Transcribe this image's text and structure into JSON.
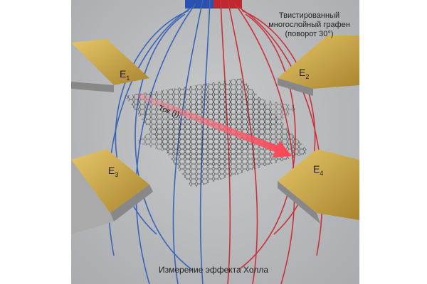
{
  "title_label": "Твистированный многослойный графен (поворот 30°)",
  "current_label": "Ток (I)",
  "electrodes": [
    {
      "name": "E",
      "sub": "1"
    },
    {
      "name": "E",
      "sub": "2"
    },
    {
      "name": "E",
      "sub": "3"
    },
    {
      "name": "E",
      "sub": "4"
    }
  ],
  "caption": "Измерение эффекта Холла",
  "colors": {
    "field_north": "#3a64b8",
    "field_south": "#c8323a",
    "gold": "#c9a64a",
    "current": "#ff5a6a"
  }
}
